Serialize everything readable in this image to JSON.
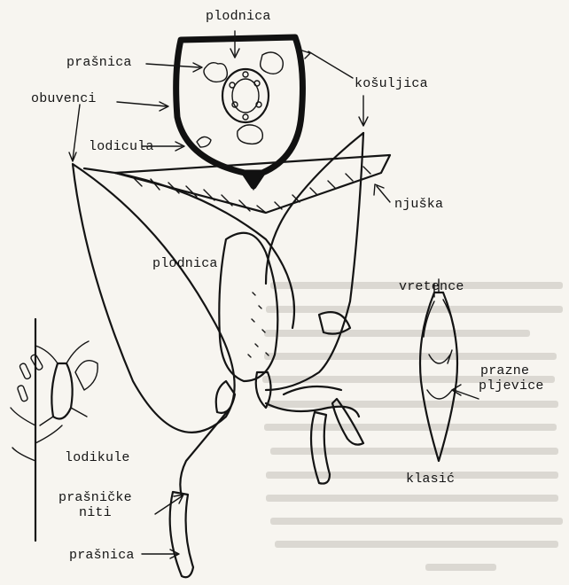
{
  "labels": {
    "plodnica_top": "plodnica",
    "prasnica_top": "prašnica",
    "obuvenci": "obuvenci",
    "kosuljica": "košuljica",
    "lodicula": "lodicula",
    "njuska": "njuška",
    "plodnica_mid": "plodnica",
    "vretence": "vretence",
    "prazne_line1": "prazne",
    "prazne_line2": "pljevice",
    "lodikule": "lodikule",
    "klasic": "klasić",
    "prasnicke_line1": "prašničke",
    "prasnicke_line2": "niti",
    "prasnica_bottom": "prašnica"
  },
  "colors": {
    "ink": "#141414",
    "paper": "#f7f5f0"
  }
}
